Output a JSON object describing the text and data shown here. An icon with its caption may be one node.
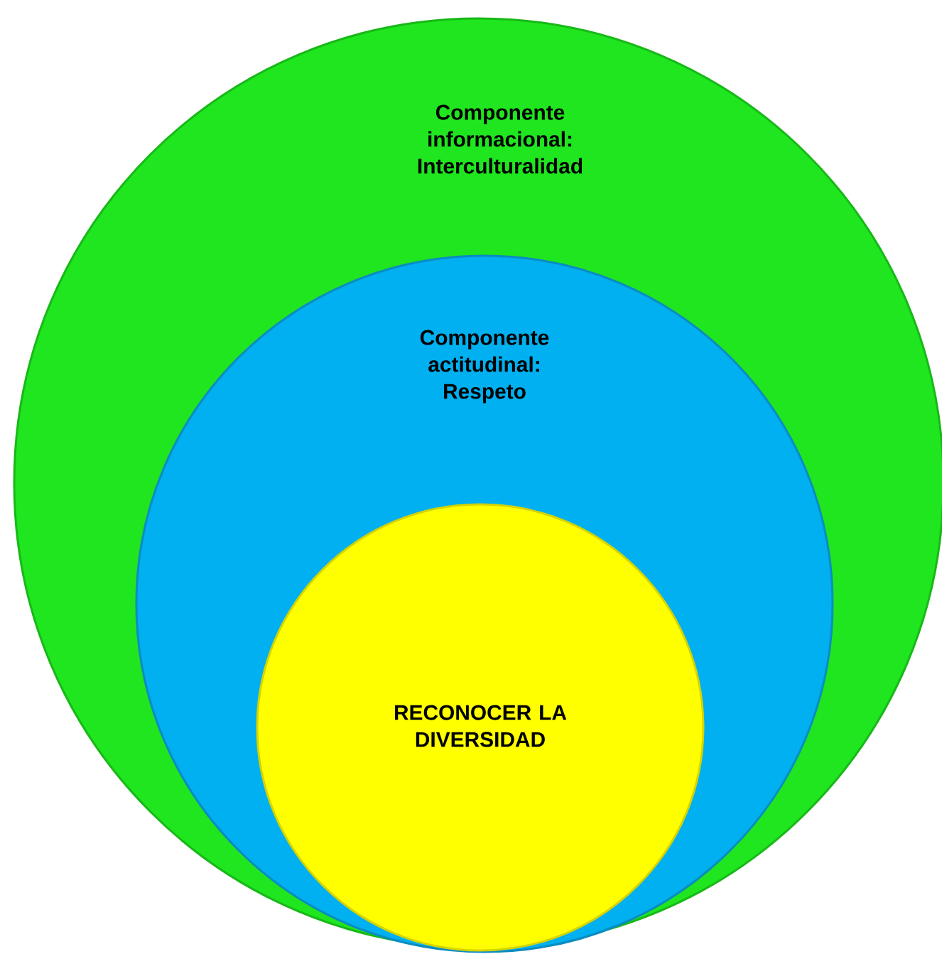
{
  "diagram": {
    "nodes": [
      {
        "text": [
          "Componente informacional: Interculturalidad"
        ]
      },
      {
        "text": [
          "Componente actitudinal: Respeto"
        ],
        "in": 0
      },
      {
        "text": [
          "RECONOCER LA DIVERSIDAD"
        ],
        "in": 1
      }
    ]
  }
}
